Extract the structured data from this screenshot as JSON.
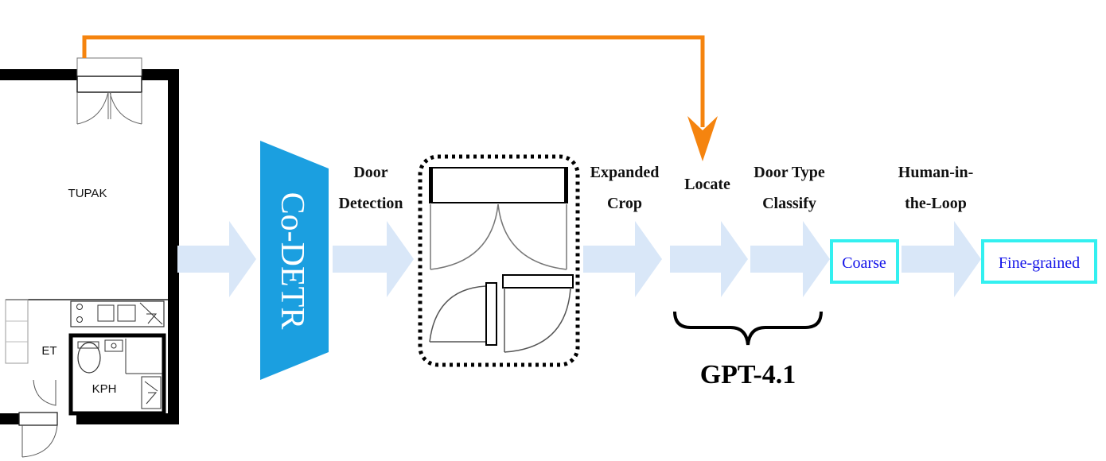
{
  "floorplan": {
    "room_main": "TUPAK",
    "room_entry": "ET",
    "room_bath": "KPH"
  },
  "model": {
    "label": "Co-DETR"
  },
  "steps": {
    "door_detection": [
      "Door",
      "Detection"
    ],
    "expanded_crop": [
      "Expanded",
      "Crop"
    ],
    "locate": "Locate",
    "door_type_classify": [
      "Door Type",
      "Classify"
    ],
    "human_in_the_loop": [
      "Human-in-",
      "the-Loop"
    ]
  },
  "outputs": {
    "coarse": "Coarse",
    "fine_grained": "Fine-grained"
  },
  "brace_label": "GPT-4.1",
  "colors": {
    "flow_arrow": "#d9e7f8",
    "model_fill": "#1b9fe0",
    "model_text": "#ffffff",
    "feedback_arrow": "#f5840f",
    "output_box_border": "#33f0f0",
    "output_text": "#1212e8",
    "wall": "#000000"
  }
}
